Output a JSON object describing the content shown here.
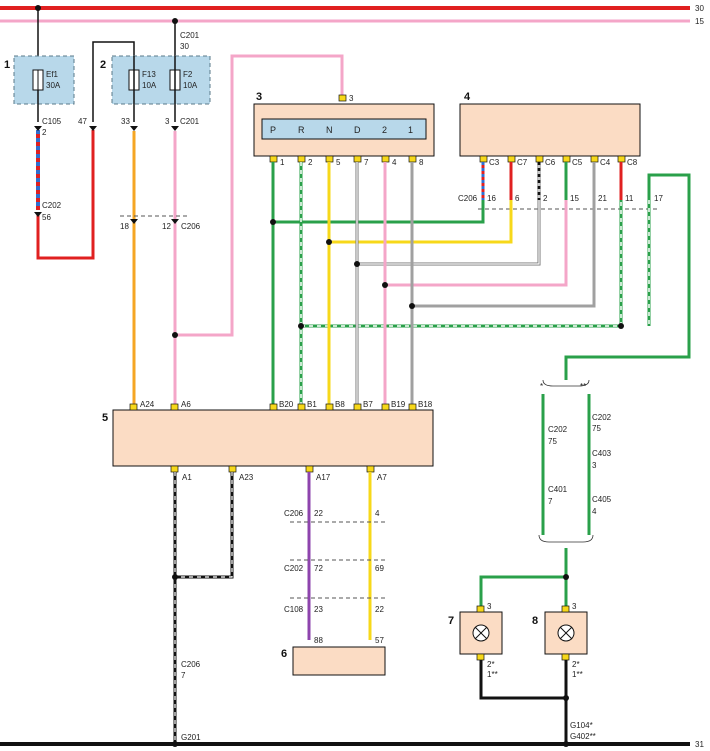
{
  "colors": {
    "red": "#e02020",
    "pink": "#f4a6c8",
    "orange": "#f5a623",
    "green": "#2aa04a",
    "yellow": "#f7d81a",
    "gray": "#a0a0a0",
    "purple": "#8e44ad",
    "black": "#111111",
    "blue": "#2f6fd0",
    "fuseBox": "#b8d8ea",
    "module": "#fbdcc4"
  },
  "rails": {
    "r30": "30",
    "r15": "15",
    "r31": "31"
  },
  "components": {
    "c1": "1",
    "c2": "2",
    "c3": "3",
    "c4": "4",
    "c5": "5",
    "c6": "6",
    "c7": "7",
    "c8": "8"
  },
  "fuses": {
    "ef1": "Ef1",
    "ef1_rating": "30A",
    "f13": "F13",
    "f13_rating": "10A",
    "f2": "F2",
    "f2_rating": "10A"
  },
  "selector": {
    "gears": [
      "P",
      "R",
      "N",
      "D",
      "2",
      "1"
    ]
  },
  "labels": {
    "c105": "C105",
    "c105_pin": "2",
    "c202_a": "C202",
    "c202_a_pin": "56",
    "c201_top": "C201",
    "c201_top_pin": "30",
    "pin47": "47",
    "pin33": "33",
    "pin3_c201": "3",
    "c201_mid": "C201",
    "pin18": "18",
    "pin12": "12",
    "c206_a": "C206",
    "sel_top_pin": "3",
    "sel_pins": [
      "1",
      "2",
      "5",
      "7",
      "4",
      "8"
    ],
    "m4_pins": [
      "C3",
      "C7",
      "C6",
      "C5",
      "C4",
      "C8"
    ],
    "c206_b": "C206",
    "m4_wire_pins": [
      "16",
      "6",
      "2",
      "15",
      "21",
      "11",
      "17"
    ],
    "m5_top": [
      "A24",
      "A6",
      "B20",
      "B1",
      "B8",
      "B7",
      "B19",
      "B18"
    ],
    "m5_bottom": [
      "A1",
      "A23",
      "A17",
      "A7"
    ],
    "c206_c": "C206",
    "c206_c_pin": "7",
    "g201": "G201",
    "c206_d": "C206",
    "p22a": "22",
    "p4": "4",
    "c202_d": "C202",
    "p72": "72",
    "p69": "69",
    "c108": "C108",
    "p23": "23",
    "p22b": "22",
    "p88": "88",
    "p57": "57",
    "star1": "*",
    "star2": "**",
    "c202_l": "C202",
    "p75_l": "75",
    "c401": "C401",
    "p7": "7",
    "c202_r": "C202",
    "p75_r": "75",
    "c403": "C403",
    "p3": "3",
    "c405": "C405",
    "p4b": "4",
    "lamp7_top": "3",
    "lamp8_top": "3",
    "lamp7_bot1": "2*",
    "lamp7_bot2": "1**",
    "lamp8_bot1": "2*",
    "lamp8_bot2": "1**",
    "g104": "G104*",
    "g402": "G402**"
  }
}
